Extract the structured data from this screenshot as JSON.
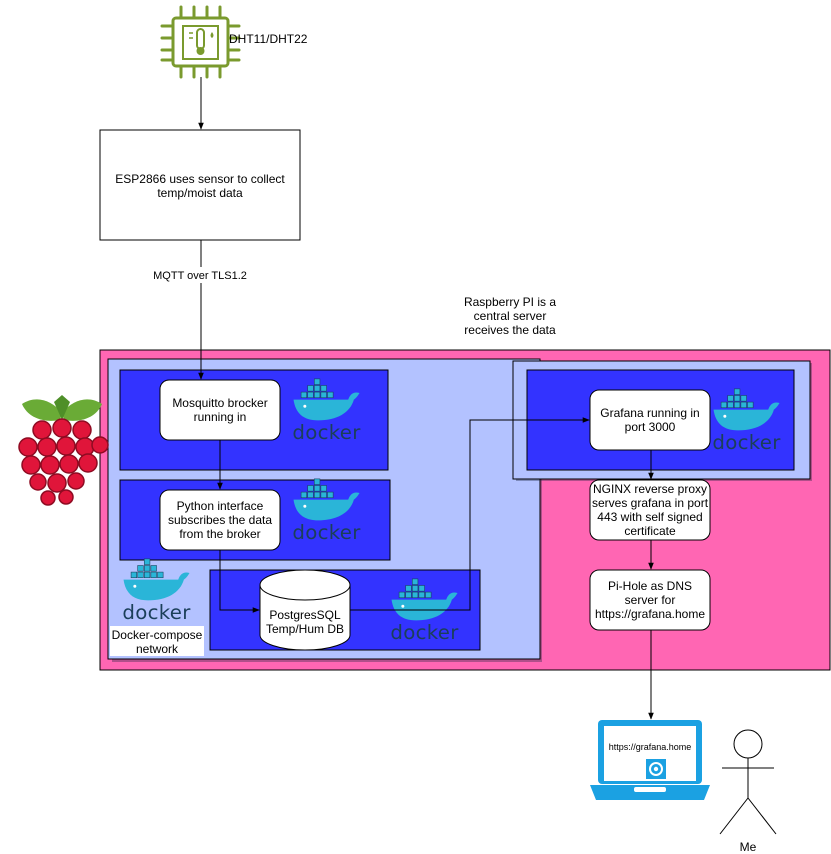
{
  "sensor": {
    "label": "DHT11/DHT22",
    "icon": "sensor-chip-icon"
  },
  "esp": {
    "line1": "ESP2866 uses sensor to collect",
    "line2": "temp/moist data"
  },
  "mqtt_label": "MQTT over TLS1.2",
  "rpi_caption": {
    "line1": "Raspberry PI is a",
    "line2": "central server",
    "line3": "receives the data"
  },
  "mosquitto": {
    "line1": "Mosquitto brocker",
    "line2": "running in"
  },
  "python": {
    "line1": "Python interface",
    "line2": "subscribes the data",
    "line3": "from the broker"
  },
  "postgres": {
    "line1": "PostgresSQL",
    "line2": "Temp/Hum DB"
  },
  "grafana": {
    "line1": "Grafana running in",
    "line2": "port 3000"
  },
  "nginx": {
    "line1": "NGINX reverse proxy",
    "line2": "serves grafana in port",
    "line3": "443 with self signed",
    "line4": "certificate"
  },
  "pihole": {
    "line1": "Pi-Hole as DNS",
    "line2": "server for",
    "line3": "https://grafana.home"
  },
  "compose": {
    "line1": "Docker-compose",
    "line2": "network"
  },
  "docker_word": "docker",
  "laptop": {
    "url": "https://grafana.home"
  },
  "user": {
    "label": "Me"
  },
  "colors": {
    "rpi_bg": "#FF66B3",
    "compose_bg": "#B3C2FF",
    "container_bg": "#3333FF",
    "docker_blue": "#2AB5D8",
    "docker_navy": "#1B3F5A",
    "sensor_green": "#7A9A2E",
    "laptop_blue": "#1BA1E2",
    "raspberry_red": "#E0153A",
    "raspberry_leaf": "#6AAB36"
  }
}
